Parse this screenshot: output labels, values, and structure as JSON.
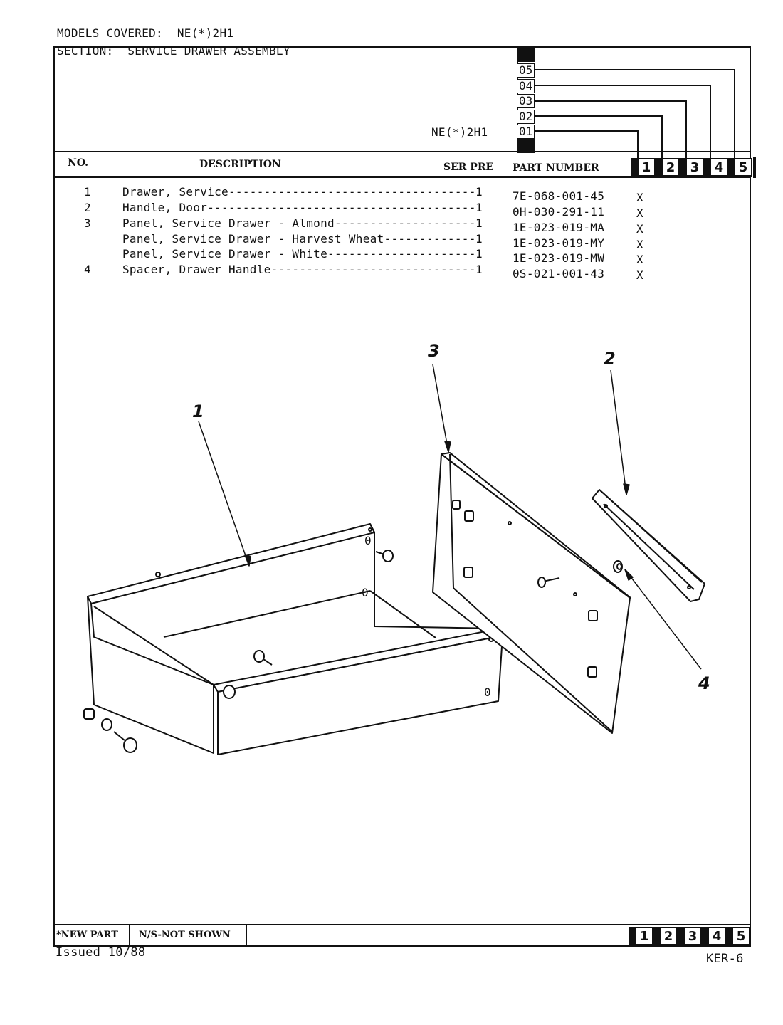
{
  "header": {
    "models_covered": "MODELS COVERED:  NE(*)2H1",
    "section": "SECTION:  SERVICE DRAWER ASSEMBLY",
    "model_label": "NE(*)2H1",
    "codes": [
      "05",
      "04",
      "03",
      "02",
      "01"
    ]
  },
  "table": {
    "col_no": "NO.",
    "col_description": "DESCRIPTION",
    "col_ser_pre": "SER PRE",
    "col_part_number": "PART NUMBER",
    "columns": [
      "1",
      "2",
      "3",
      "4",
      "5"
    ],
    "rows": [
      {
        "no": "1",
        "description": "Drawer, Service",
        "qty": "1",
        "part": "7E-068-001-45",
        "mark": "X"
      },
      {
        "no": "2",
        "description": "Handle, Door",
        "qty": "1",
        "part": "0H-030-291-11",
        "mark": "X"
      },
      {
        "no": "3",
        "description": "Panel, Service Drawer - Almond",
        "qty": "1",
        "part": "1E-023-019-MA",
        "mark": "X"
      },
      {
        "no": "",
        "description": "Panel, Service Drawer - Harvest Wheat",
        "qty": "1",
        "part": "1E-023-019-MY",
        "mark": "X"
      },
      {
        "no": "",
        "description": "Panel, Service Drawer - White",
        "qty": "1",
        "part": "1E-023-019-MW",
        "mark": "X"
      },
      {
        "no": "4",
        "description": "Spacer, Drawer Handle",
        "qty": "1",
        "part": "0S-021-001-43",
        "mark": "X"
      }
    ]
  },
  "diagram": {
    "callouts": [
      "1",
      "2",
      "3",
      "4"
    ]
  },
  "footer": {
    "new_part": "*NEW PART",
    "not_shown": "N/S-NOT SHOWN",
    "issued": "Issued 10/88",
    "page_code": "KER-6"
  }
}
